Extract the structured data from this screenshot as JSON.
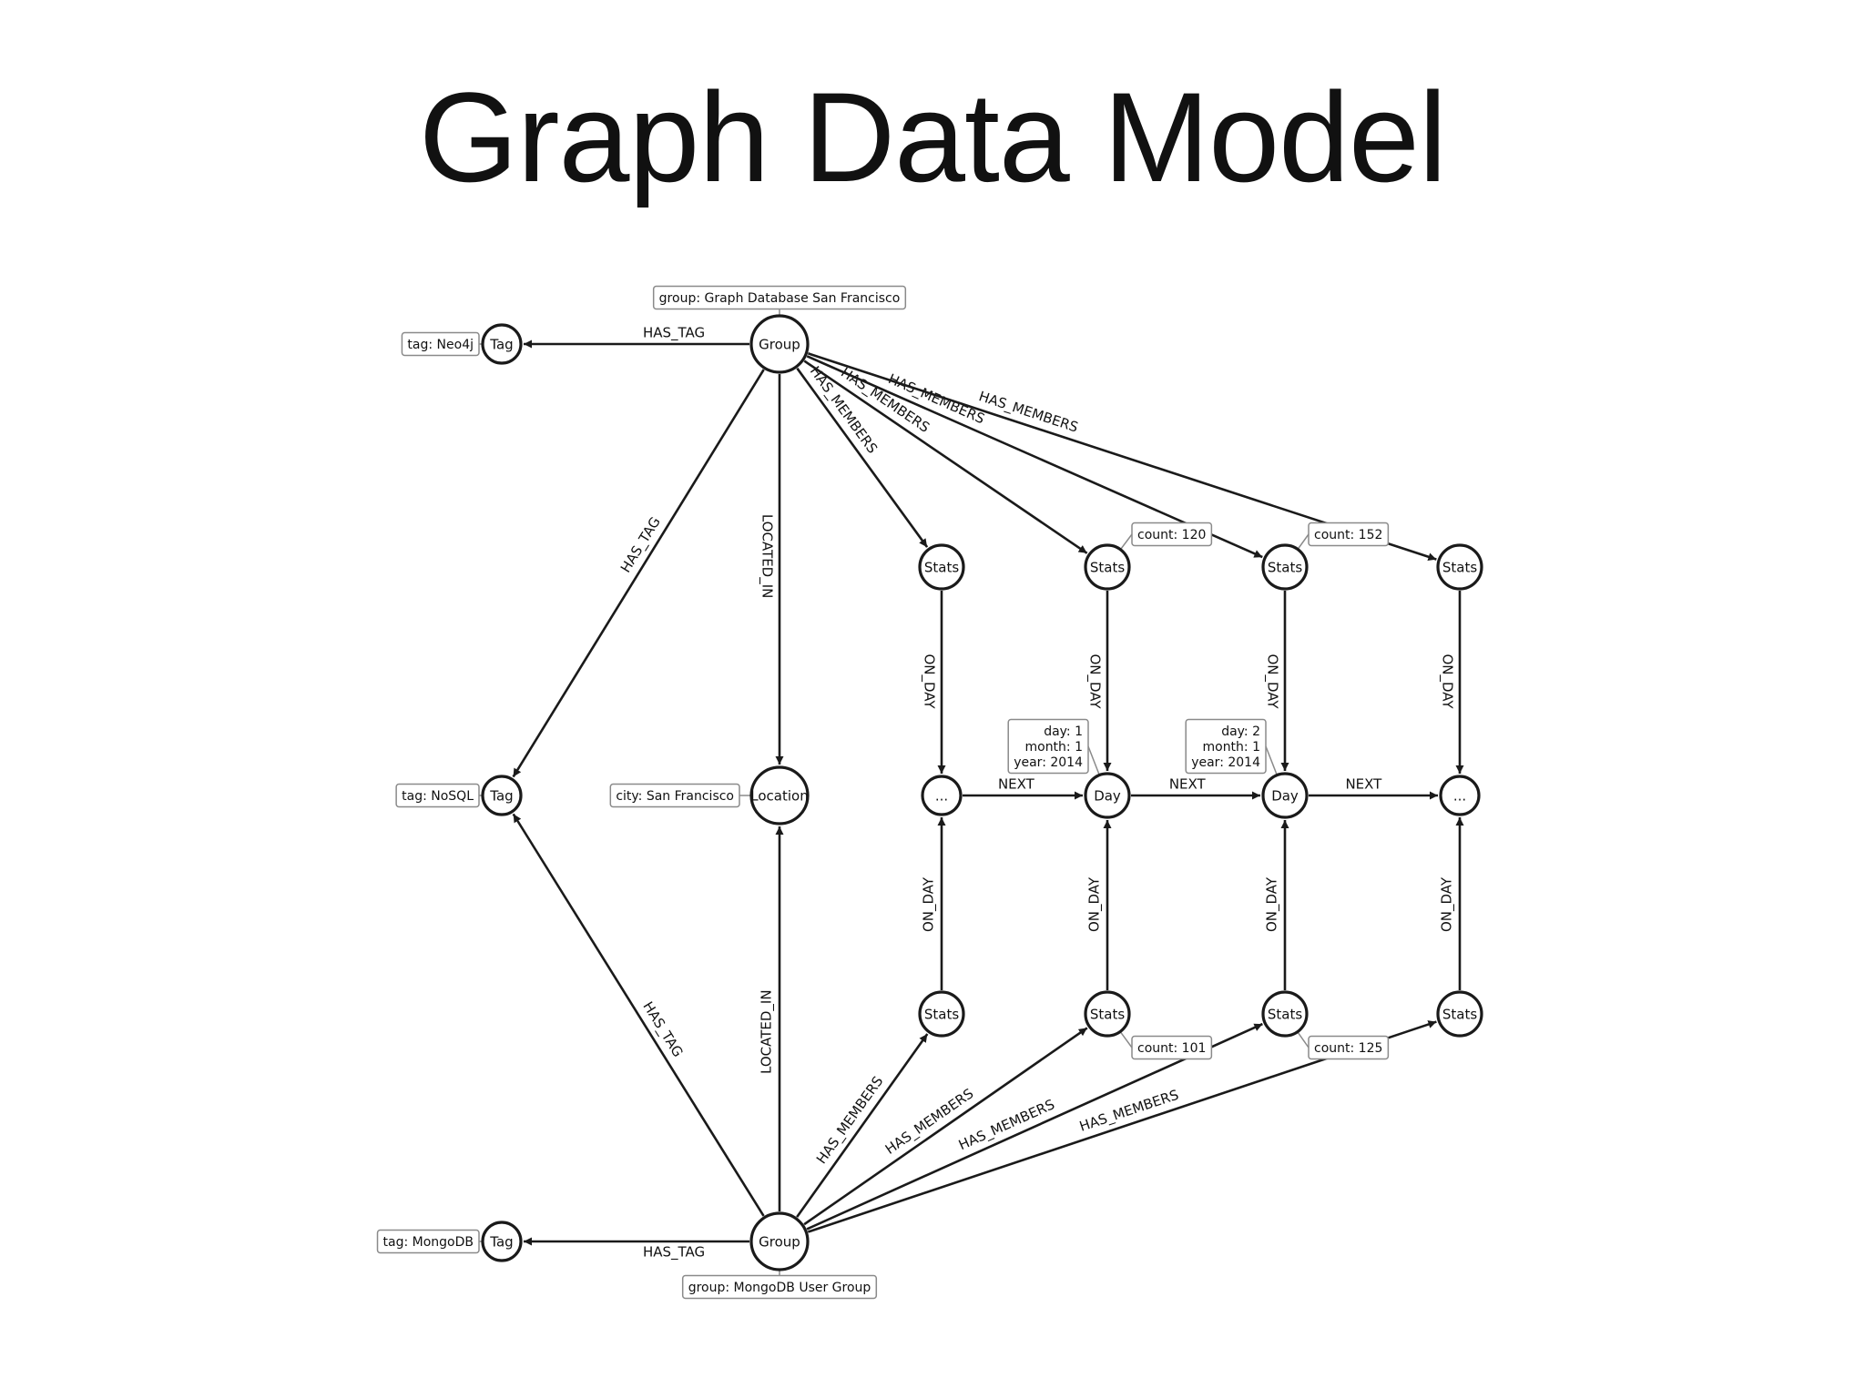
{
  "title": "Graph Data Model",
  "colors": {
    "stroke": "#1a1a1a",
    "property_border": "#8a8a8a",
    "property_number": "#b5651d",
    "background": "#ffffff"
  },
  "nodes": [
    {
      "id": "group1",
      "label": "Group",
      "kind": "large"
    },
    {
      "id": "tag_neo4j",
      "label": "Tag",
      "kind": "small"
    },
    {
      "id": "tag_nosql",
      "label": "Tag",
      "kind": "small"
    },
    {
      "id": "tag_mongodb",
      "label": "Tag",
      "kind": "small"
    },
    {
      "id": "location",
      "label": "Location",
      "kind": "large"
    },
    {
      "id": "group2",
      "label": "Group",
      "kind": "large"
    },
    {
      "id": "stats_t1",
      "label": "Stats",
      "kind": "medium"
    },
    {
      "id": "stats_t2",
      "label": "Stats",
      "kind": "medium"
    },
    {
      "id": "stats_t3",
      "label": "Stats",
      "kind": "medium"
    },
    {
      "id": "stats_t4",
      "label": "Stats",
      "kind": "medium"
    },
    {
      "id": "day_start",
      "label": "...",
      "kind": "small"
    },
    {
      "id": "day1",
      "label": "Day",
      "kind": "medium"
    },
    {
      "id": "day2",
      "label": "Day",
      "kind": "medium"
    },
    {
      "id": "day_end",
      "label": "...",
      "kind": "small"
    },
    {
      "id": "stats_b1",
      "label": "Stats",
      "kind": "medium"
    },
    {
      "id": "stats_b2",
      "label": "Stats",
      "kind": "medium"
    },
    {
      "id": "stats_b3",
      "label": "Stats",
      "kind": "medium"
    },
    {
      "id": "stats_b4",
      "label": "Stats",
      "kind": "medium"
    }
  ],
  "edges": [
    {
      "from": "group1",
      "to": "tag_neo4j",
      "label": "HAS_TAG"
    },
    {
      "from": "group1",
      "to": "tag_nosql",
      "label": "HAS_TAG"
    },
    {
      "from": "group1",
      "to": "location",
      "label": "LOCATED_IN"
    },
    {
      "from": "group1",
      "to": "stats_t1",
      "label": "HAS_MEMBERS"
    },
    {
      "from": "group1",
      "to": "stats_t2",
      "label": "HAS_MEMBERS"
    },
    {
      "from": "group1",
      "to": "stats_t3",
      "label": "HAS_MEMBERS"
    },
    {
      "from": "group1",
      "to": "stats_t4",
      "label": "HAS_MEMBERS"
    },
    {
      "from": "stats_t1",
      "to": "day_start",
      "label": "ON_DAY"
    },
    {
      "from": "stats_t2",
      "to": "day1",
      "label": "ON_DAY"
    },
    {
      "from": "stats_t3",
      "to": "day2",
      "label": "ON_DAY"
    },
    {
      "from": "stats_t4",
      "to": "day_end",
      "label": "ON_DAY"
    },
    {
      "from": "day_start",
      "to": "day1",
      "label": "NEXT"
    },
    {
      "from": "day1",
      "to": "day2",
      "label": "NEXT"
    },
    {
      "from": "day2",
      "to": "day_end",
      "label": "NEXT"
    },
    {
      "from": "stats_b1",
      "to": "day_start",
      "label": "ON_DAY"
    },
    {
      "from": "stats_b2",
      "to": "day1",
      "label": "ON_DAY"
    },
    {
      "from": "stats_b3",
      "to": "day2",
      "label": "ON_DAY"
    },
    {
      "from": "stats_b4",
      "to": "day_end",
      "label": "ON_DAY"
    },
    {
      "from": "group2",
      "to": "tag_mongodb",
      "label": "HAS_TAG"
    },
    {
      "from": "group2",
      "to": "tag_nosql",
      "label": "HAS_TAG"
    },
    {
      "from": "group2",
      "to": "location",
      "label": "LOCATED_IN"
    },
    {
      "from": "group2",
      "to": "stats_b1",
      "label": "HAS_MEMBERS"
    },
    {
      "from": "group2",
      "to": "stats_b2",
      "label": "HAS_MEMBERS"
    },
    {
      "from": "group2",
      "to": "stats_b3",
      "label": "HAS_MEMBERS"
    },
    {
      "from": "group2",
      "to": "stats_b4",
      "label": "HAS_MEMBERS"
    }
  ],
  "properties": [
    {
      "node": "group1",
      "lines": [
        "group: Graph Database San Francisco"
      ]
    },
    {
      "node": "tag_neo4j",
      "lines": [
        "tag: Neo4j"
      ]
    },
    {
      "node": "tag_nosql",
      "lines": [
        "tag: NoSQL"
      ]
    },
    {
      "node": "tag_mongodb",
      "lines": [
        "tag: MongoDB"
      ]
    },
    {
      "node": "location",
      "lines": [
        "city: San Francisco"
      ]
    },
    {
      "node": "group2",
      "lines": [
        "group: MongoDB User Group"
      ]
    },
    {
      "node": "stats_t2",
      "lines": [
        "count: 120"
      ]
    },
    {
      "node": "stats_t3",
      "lines": [
        "count: 152"
      ]
    },
    {
      "node": "stats_b2",
      "lines": [
        "count: 101"
      ]
    },
    {
      "node": "stats_b3",
      "lines": [
        "count: 125"
      ]
    },
    {
      "node": "day1",
      "lines": [
        "day: 1",
        "month: 1",
        "year: 2014"
      ]
    },
    {
      "node": "day2",
      "lines": [
        "day: 2",
        "month: 1",
        "year: 2014"
      ]
    }
  ]
}
